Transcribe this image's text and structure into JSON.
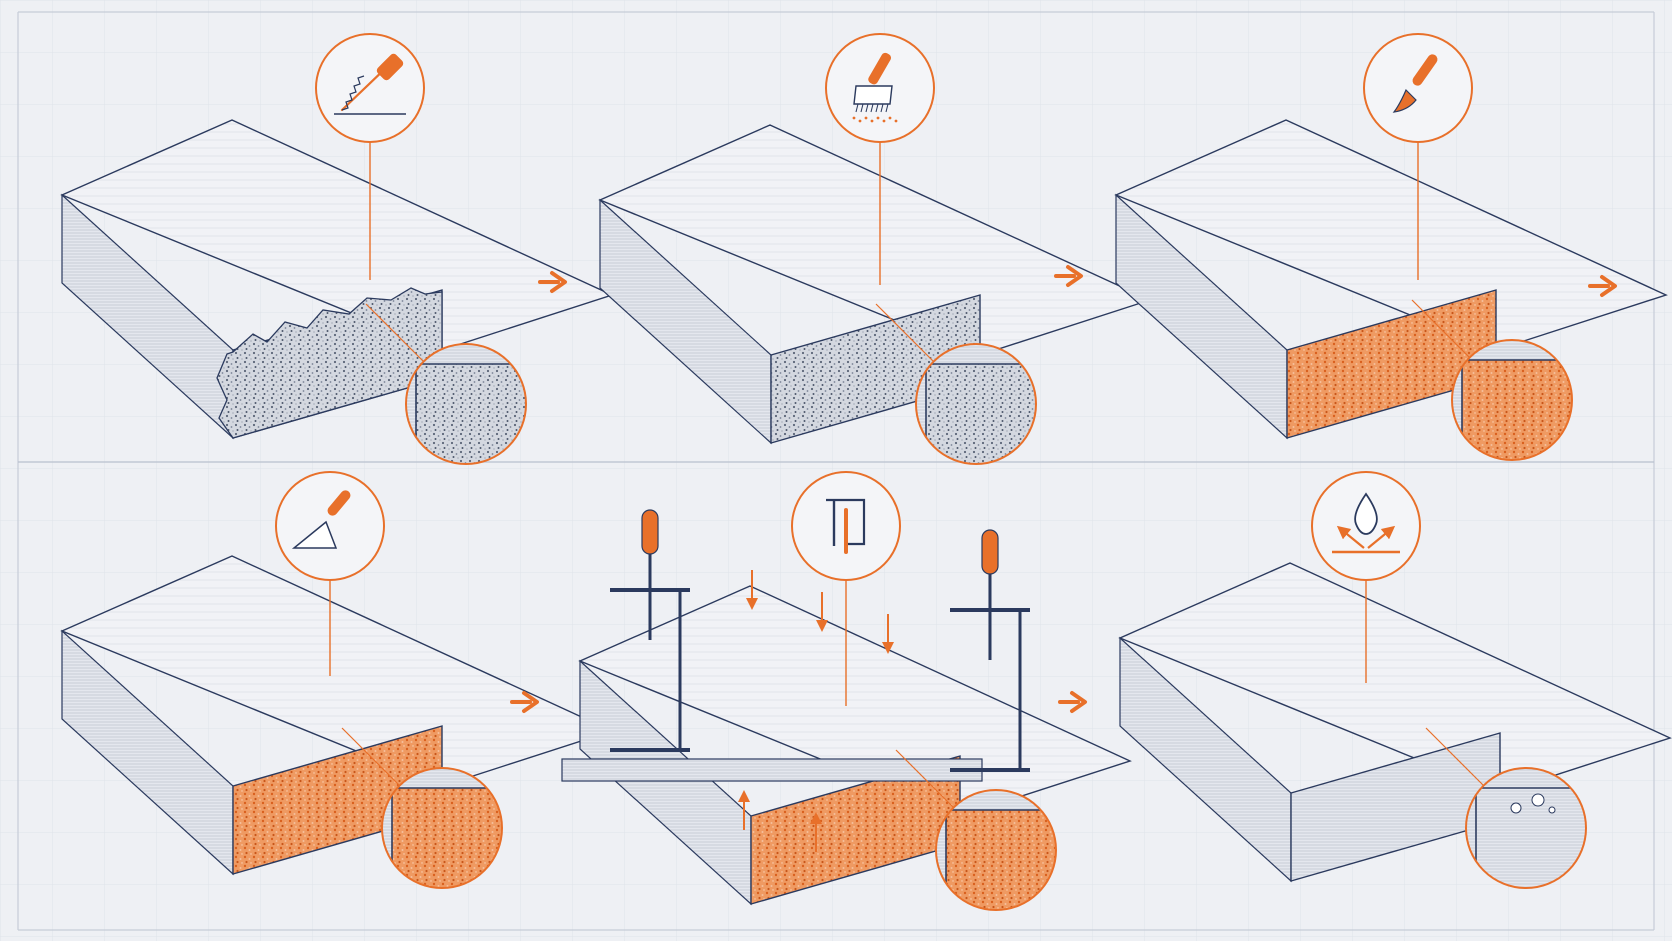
{
  "diagram": {
    "kind": "process-steps",
    "step_count": 6,
    "connector_glyph": "arrow-right",
    "colors": {
      "background": "#eef0f4",
      "grid": "#d6dbe5",
      "ink": "#2b3a5e",
      "accent": "#e8702a",
      "fill_orange": "#f0a070",
      "fill_gray": "#d9dce3"
    },
    "steps": [
      {
        "id": "step-1",
        "tool_icon": "saw-icon",
        "edge_state": "rough-broken"
      },
      {
        "id": "step-2",
        "tool_icon": "brush-icon",
        "edge_state": "cleaned-porous"
      },
      {
        "id": "step-3",
        "tool_icon": "paintbrush-icon",
        "edge_state": "primer-applied"
      },
      {
        "id": "step-4",
        "tool_icon": "trowel-icon",
        "edge_state": "filler-applied"
      },
      {
        "id": "step-5",
        "tool_icon": "clamp-icon",
        "edge_state": "clamped-edge-strip"
      },
      {
        "id": "step-6",
        "tool_icon": "water-repel-icon",
        "edge_state": "sealed-water-beading"
      }
    ]
  }
}
